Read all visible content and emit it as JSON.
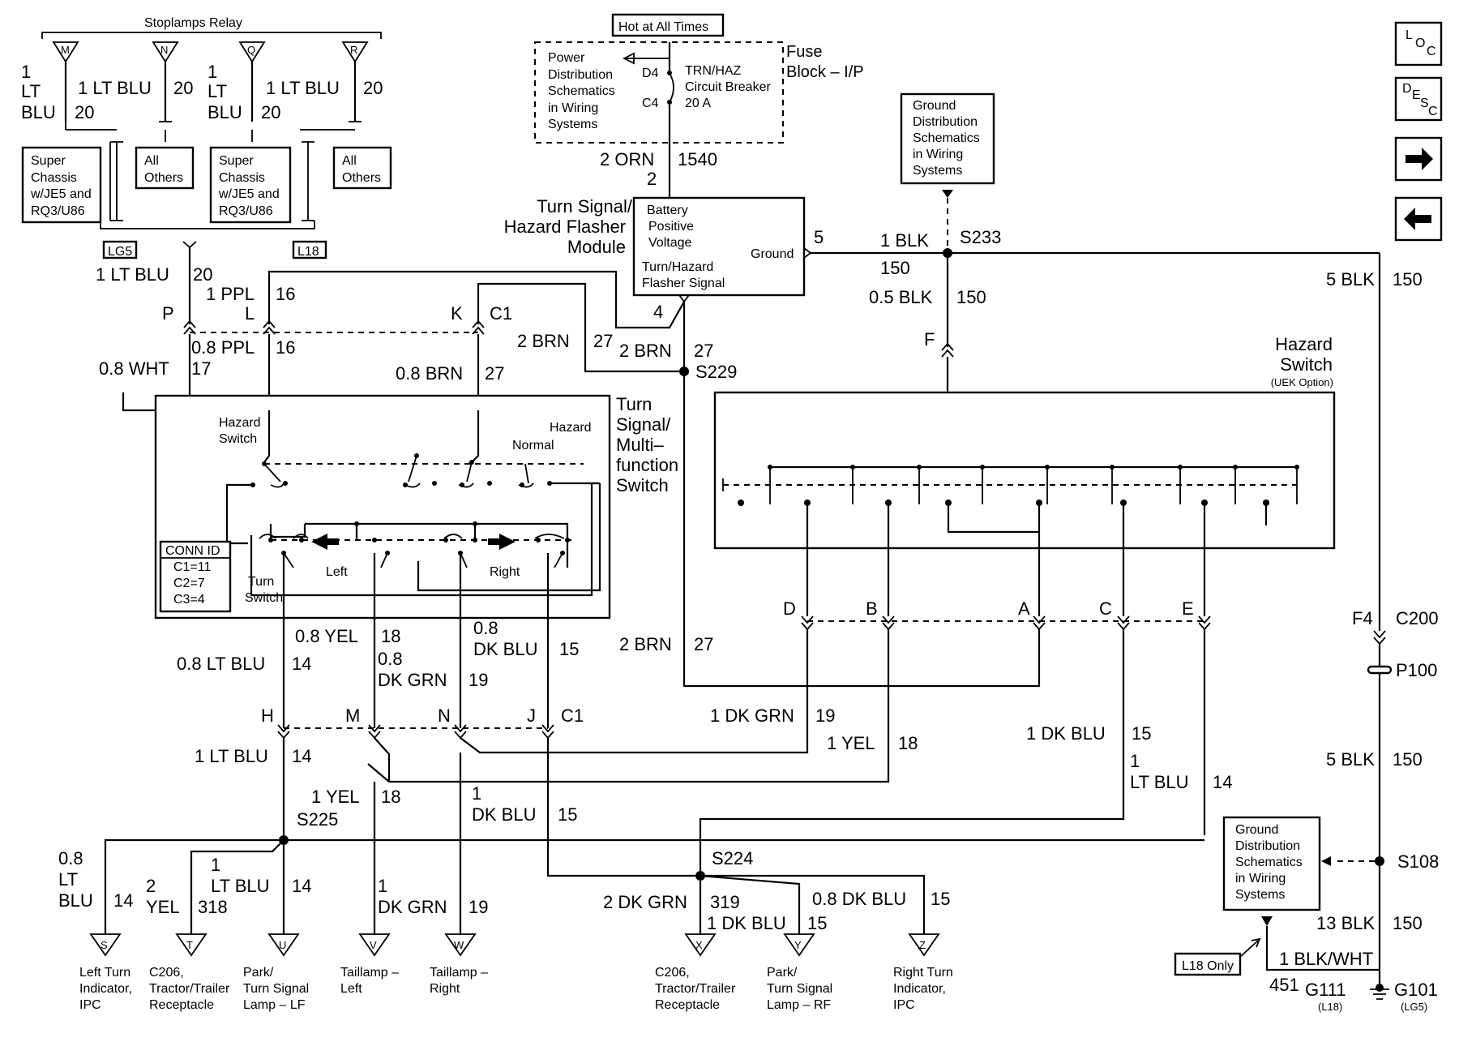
{
  "stoplamps_relay": {
    "title": "Stoplamps Relay",
    "pins": [
      "M",
      "N",
      "Q",
      "R"
    ],
    "wires": {
      "m": {
        "size": "1",
        "color1": "LT",
        "color2": "BLU",
        "circuit": "20"
      },
      "n": {
        "label": "1 LT BLU",
        "circuit": "20"
      },
      "q": {
        "size": "1",
        "color1": "LT",
        "color2": "BLU",
        "circuit": "20"
      },
      "r": {
        "label": "1 LT BLU",
        "circuit": "20"
      }
    },
    "options": {
      "super1": [
        "Super",
        "Chassis",
        "w/JE5 and",
        "RQ3/U86"
      ],
      "all1": [
        "All",
        "Others"
      ],
      "super2": [
        "Super",
        "Chassis",
        "w/JE5 and",
        "RQ3/U86"
      ],
      "all2": [
        "All",
        "Others"
      ]
    },
    "tags": {
      "lg5": "LG5",
      "l18": "L18"
    }
  },
  "fuse_block": {
    "hot_label": "Hot at All Times",
    "title1": "Fuse",
    "title2": "Block – I/P",
    "power_ref": [
      "Power",
      "Distribution",
      "Schematics",
      "in Wiring",
      "Systems"
    ],
    "pins": {
      "d4": "D4",
      "c4": "C4"
    },
    "breaker": [
      "TRN/HAZ",
      "Circuit Breaker",
      "20 A"
    ]
  },
  "flasher": {
    "title": [
      "Turn Signal/",
      "Hazard Flasher",
      "Module"
    ],
    "labels": {
      "bpv": [
        "Battery",
        "Positive",
        "Voltage"
      ],
      "ground": "Ground",
      "signal": [
        "Turn/Hazard",
        "Flasher Signal"
      ]
    },
    "pins": {
      "p2": "2",
      "p4": "4",
      "p5": "5"
    },
    "feed": {
      "label": "2 ORN",
      "circuit": "1540"
    }
  },
  "ground_ref_top": [
    "Ground",
    "Distribution",
    "Schematics",
    "in Wiring",
    "Systems"
  ],
  "ground_ref_bottom": [
    "Ground",
    "Distribution",
    "Schematics",
    "in Wiring",
    "Systems"
  ],
  "splices": {
    "s233": "S233",
    "s229": "S229",
    "s225": "S225",
    "s224": "S224",
    "s108": "S108"
  },
  "wires": {
    "blk1": {
      "label": "1 BLK",
      "circuit": "150"
    },
    "blk05": {
      "label": "0.5 BLK",
      "circuit": "150"
    },
    "blk5a": {
      "label": "5 BLK",
      "circuit": "150"
    },
    "blk5b": {
      "label": "5 BLK",
      "circuit": "150"
    },
    "blk13": {
      "label": "13 BLK",
      "circuit": "150"
    },
    "blkwht": {
      "label": "1 BLK/WHT",
      "circuit": "451"
    },
    "ltblu_p": {
      "label": "1 LT BLU",
      "circuit": "20"
    },
    "ppl1": {
      "label": "1 PPL",
      "circuit": "16"
    },
    "ppl08": {
      "label": "0.8 PPL",
      "circuit": "16"
    },
    "wht08": {
      "label": "0.8 WHT",
      "circuit": "17"
    },
    "brn08": {
      "label": "0.8 BRN",
      "circuit": "27"
    },
    "brn2a": {
      "label": "2 BRN",
      "circuit": "27"
    },
    "brn2b": {
      "label": "2 BRN",
      "circuit": "27"
    },
    "brn2c": {
      "label": "2 BRN",
      "circuit": "27"
    },
    "yel08": {
      "label": "0.8 YEL",
      "circuit": "18"
    },
    "ltblu08": {
      "label": "0.8 LT BLU",
      "circuit": "14"
    },
    "dkgrn08": {
      "line1": "0.8",
      "line2": "DK GRN",
      "circuit": "19"
    },
    "dkblu08": {
      "line1": "0.8",
      "line2": "DK BLU",
      "circuit": "15"
    },
    "dkgrn1a": {
      "label": "1 DK GRN",
      "circuit": "19"
    },
    "yel1a": {
      "label": "1 YEL",
      "circuit": "18"
    },
    "dkblu1a": {
      "label": "1 DK BLU",
      "circuit": "15"
    },
    "ltblu1a": {
      "line1": "1",
      "line2": "LT BLU",
      "circuit": "14"
    },
    "ltblu1b": {
      "label": "1 LT BLU",
      "circuit": "14"
    },
    "yel1b": {
      "label": "1 YEL",
      "circuit": "18"
    },
    "dkblu1b": {
      "line1": "1",
      "line2": "DK BLU",
      "circuit": "15"
    },
    "s_wire": {
      "l1": "0.8",
      "l2": "LT",
      "l3": "BLU",
      "circuit": "14"
    },
    "t_wire": {
      "l1": "2",
      "l2": "YEL",
      "circuit": "318"
    },
    "u_wire": {
      "l1": "1",
      "l2": "LT BLU",
      "circuit": "14"
    },
    "v_wire": {
      "l1": "1",
      "l2": "DK GRN",
      "circuit": "19"
    },
    "x_wire": {
      "label": "2 DK GRN",
      "circuit": "319"
    },
    "y_wire": {
      "label": "1 DK BLU",
      "circuit": "15"
    },
    "z_wire": {
      "label": "0.8 DK BLU",
      "circuit": "15"
    }
  },
  "connectors": {
    "P": "P",
    "L": "L",
    "K": "K",
    "C1a": "C1",
    "F": "F",
    "D": "D",
    "B": "B",
    "A": "A",
    "C": "C",
    "E": "E",
    "H": "H",
    "M": "M",
    "N": "N",
    "J": "J",
    "C1b": "C1",
    "F4": "F4",
    "C200": "C200",
    "P100": "P100"
  },
  "multifunction": {
    "title": [
      "Turn",
      "Signal/",
      "Multi–",
      "function",
      "Switch"
    ],
    "hazard_switch": [
      "Hazard",
      "Switch"
    ],
    "hazard": "Hazard",
    "normal": "Normal",
    "turn_switch": [
      "Turn",
      "Switch"
    ],
    "left": "Left",
    "right": "Right",
    "conn_id": {
      "title": "CONN ID",
      "rows": [
        "C1=11",
        "C2=7",
        "C3=4"
      ]
    }
  },
  "hazard_switch": {
    "title1": "Hazard",
    "title2": "Switch",
    "option": "(UEK Option)"
  },
  "terminals": [
    {
      "pin": "S",
      "lines": [
        "Left Turn",
        "Indicator,",
        "IPC"
      ]
    },
    {
      "pin": "T",
      "lines": [
        "C206,",
        "Tractor/Trailer",
        "Receptacle"
      ]
    },
    {
      "pin": "U",
      "lines": [
        "Park/",
        "Turn Signal",
        "Lamp – LF"
      ]
    },
    {
      "pin": "V",
      "lines": [
        "Taillamp –",
        "Left"
      ]
    },
    {
      "pin": "W",
      "lines": [
        "Taillamp –",
        "Right"
      ]
    },
    {
      "pin": "X",
      "lines": [
        "C206,",
        "Tractor/Trailer",
        "Receptacle"
      ]
    },
    {
      "pin": "Y",
      "lines": [
        "Park/",
        "Turn Signal",
        "Lamp – RF"
      ]
    },
    {
      "pin": "Z",
      "lines": [
        "Right Turn",
        "Indicator,",
        "IPC"
      ]
    }
  ],
  "grounds": {
    "g111": "G111",
    "g111_opt": "(L18)",
    "g101": "G101",
    "g101_opt": "(LG5)",
    "l18_only": "L18 Only"
  },
  "nav": {
    "loc": [
      "L",
      "O",
      "C"
    ],
    "desc": [
      "D",
      "E",
      "S",
      "C"
    ],
    "next": "→",
    "prev": "←"
  }
}
